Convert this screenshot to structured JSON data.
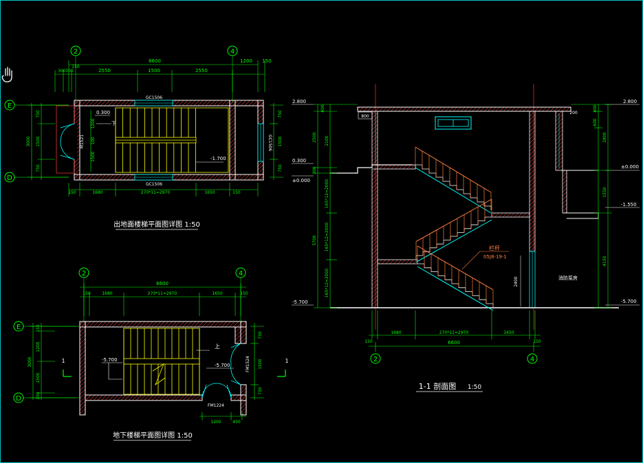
{
  "colors": {
    "background": "#000000",
    "wall": "#ffffff",
    "dimension": "#00ff00",
    "stair": "#ffff00",
    "axis": "#ff0000",
    "hatch": "#ff4040",
    "glass": "#00ffff",
    "railing": "#ff8040"
  },
  "top_plan": {
    "title": "出地面楼梯平面图详图 1:50",
    "axis_left": "2",
    "axis_right": "4",
    "axis_top": "E",
    "axis_bottom": "D",
    "dims_top": [
      "6600",
      "1200",
      "150",
      "300",
      "300",
      "150",
      "2550",
      "1500",
      "2550"
    ],
    "dims_bottom": [
      "150",
      "1680",
      "270*11=2970",
      "1650",
      "150"
    ],
    "dims_left": [
      "750",
      "1500",
      "750",
      "3000"
    ],
    "dims_right": [
      "750",
      "1500",
      "750"
    ],
    "window_top": "GC1506",
    "window_bottom": "GC1506",
    "window_right": "GC1506",
    "door_left": "M1521",
    "inner_dims": [
      "1200",
      "100",
      "1500"
    ],
    "elev_1": "0.300",
    "elev_2": "-1.700",
    "arrow_label": "下"
  },
  "bottom_plan": {
    "title": "地下楼梯平面图详图 1:50",
    "axis_left": "2",
    "axis_right": "4",
    "axis_top": "E",
    "axis_bottom": "D",
    "dims_top": [
      "6600",
      "150",
      "1680",
      "270*11=2970",
      "1650",
      "150"
    ],
    "dims_left": [
      "150",
      "1200",
      "3000",
      "1500",
      "150"
    ],
    "dims_right": [
      "750",
      "1500",
      "750"
    ],
    "dims_bottom": [
      "1200",
      "450"
    ],
    "elev_1": "-5.700",
    "elev_2": "-5.700",
    "door_bottom": "FM1224",
    "door_right": "FM1524",
    "arrow_label": "上",
    "section_mark": "1"
  },
  "section": {
    "title": "1-1 剖面图",
    "scale": "1:50",
    "axis_left": "2",
    "axis_right": "4",
    "elev_left": [
      "2.800",
      "0.300",
      "±0.000",
      "-5.700"
    ],
    "elev_right": [
      "2.800",
      "±0.000",
      "-1.550",
      "-5.700"
    ],
    "dims_left_outer": [
      "400",
      "2500",
      "300",
      "5700"
    ],
    "dims_left_inner": [
      "2100",
      "165*12=2000",
      "165*12=2000",
      "165*12=2000"
    ],
    "dims_right": [
      "400",
      "600",
      "2800",
      "1550",
      "4150"
    ],
    "dims_bottom": [
      "150",
      "1680",
      "270*11=2970",
      "1650",
      "150",
      "6600"
    ],
    "label_800": "800",
    "label_200": "200",
    "label_2400": "2400",
    "note": "栏杆",
    "note_ref": "05J8-19-1",
    "room_label": "消防泵房"
  }
}
